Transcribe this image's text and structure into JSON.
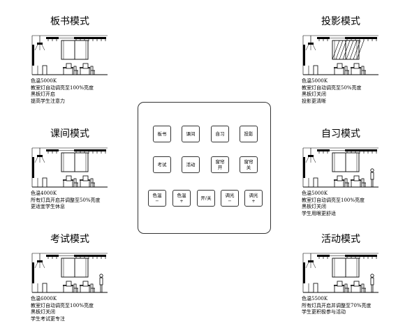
{
  "modes": [
    {
      "id": "m1",
      "title": "板书模式",
      "lines": [
        "色温5000K",
        "教室灯自动调亮至100%亮度",
        "黑板灯开启",
        "提高学生注意力"
      ]
    },
    {
      "id": "m2",
      "title": "投影模式",
      "lines": [
        "色温5000K",
        "教室灯自动调亮至50%亮度",
        "黑板灯关闭",
        "投影更清晰"
      ]
    },
    {
      "id": "m3",
      "title": "课间模式",
      "lines": [
        "色温4000K",
        "所有灯具开启并调整至50%亮度",
        "更适宜学生休息"
      ]
    },
    {
      "id": "m4",
      "title": "自习模式",
      "lines": [
        "色温5000K",
        "教室灯自动调亮至100%亮度",
        "黑板灯关闭",
        "学生用眼更舒适"
      ]
    },
    {
      "id": "m5",
      "title": "考试模式",
      "lines": [
        "色温6000K",
        "教室灯自动调亮至100%亮度",
        "黑板灯关闭",
        "学生考试更专注"
      ]
    },
    {
      "id": "m6",
      "title": "活动模式",
      "lines": [
        "色温5500K",
        "所有灯具开启并调整至70%亮度",
        "学生更积极参与活动"
      ]
    }
  ],
  "panel": {
    "row1": [
      {
        "l1": "板书",
        "l2": ""
      },
      {
        "l1": "课间",
        "l2": ""
      },
      {
        "l1": "自习",
        "l2": ""
      },
      {
        "l1": "投影",
        "l2": ""
      }
    ],
    "row2": [
      {
        "l1": "考试",
        "l2": ""
      },
      {
        "l1": "活动",
        "l2": ""
      },
      {
        "l1": "窗帘",
        "l2": "开"
      },
      {
        "l1": "窗帘",
        "l2": "关"
      }
    ],
    "row3": [
      {
        "l1": "色温",
        "l2": "−"
      },
      {
        "l1": "色温",
        "l2": "+"
      },
      {
        "l1": "开/关",
        "l2": ""
      },
      {
        "l1": "调光",
        "l2": "−"
      },
      {
        "l1": "调光",
        "l2": "+"
      }
    ]
  }
}
